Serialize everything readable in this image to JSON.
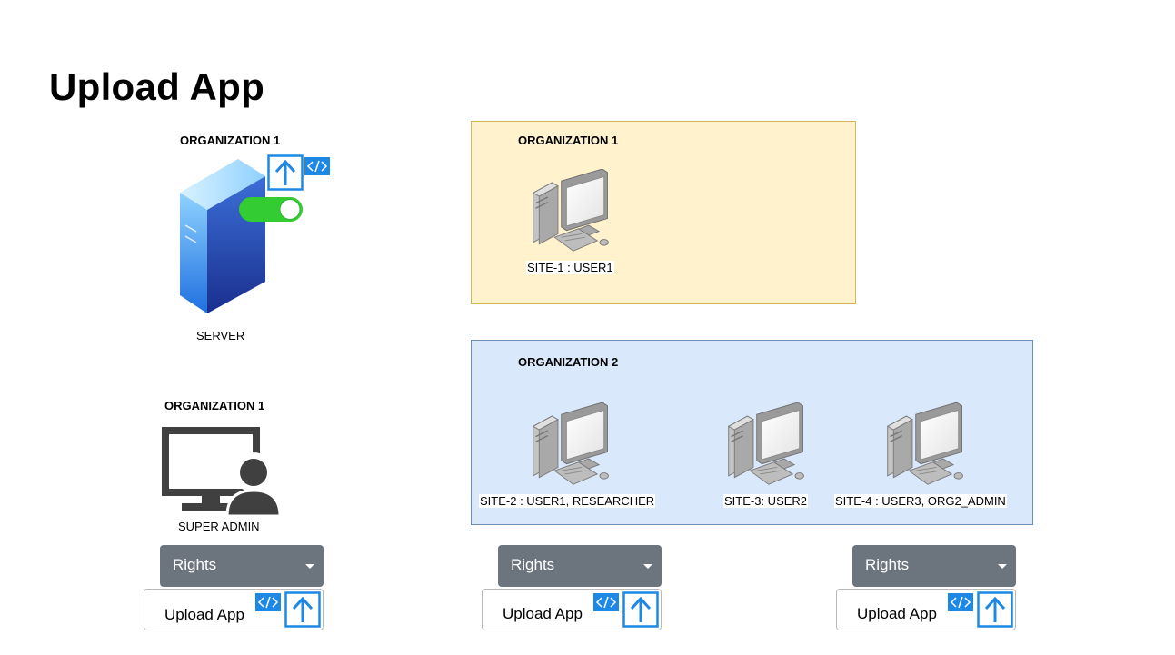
{
  "title": "Upload App",
  "server": {
    "org_label": "ORGANIZATION 1",
    "caption": "SERVER"
  },
  "admin": {
    "org_label": "ORGANIZATION 1",
    "caption": "SUPER ADMIN"
  },
  "org1_box": {
    "label": "ORGANIZATION 1",
    "fill": "#fff2cc",
    "stroke": "#d6b656",
    "sites": [
      {
        "caption": "SITE-1 : USER1"
      }
    ]
  },
  "org2_box": {
    "label": "ORGANIZATION 2",
    "fill": "#dae8fc",
    "stroke": "#6c8ebf",
    "sites": [
      {
        "caption": "SITE-2 : USER1, RESEARCHER"
      },
      {
        "caption": "SITE-3: USER2"
      },
      {
        "caption": "SITE-4 : USER3, ORG2_ADMIN"
      }
    ]
  },
  "controls": [
    {
      "rights_label": "Rights",
      "upload_label": "Upload App"
    },
    {
      "rights_label": "Rights",
      "upload_label": "Upload App"
    },
    {
      "rights_label": "Rights",
      "upload_label": "Upload App"
    }
  ],
  "icons": {
    "server": "server-icon",
    "toggle": "toggle-on-icon",
    "upload": "upload-icon",
    "code": "code-icon",
    "workstation": "desktop-computer-icon",
    "admin": "admin-monitor-user-icon"
  },
  "colors": {
    "toggle_on": "#33cc33",
    "upload_blue": "#1e88e5",
    "rights_bg": "#6c757d",
    "server_blue": "#2a7de1"
  }
}
